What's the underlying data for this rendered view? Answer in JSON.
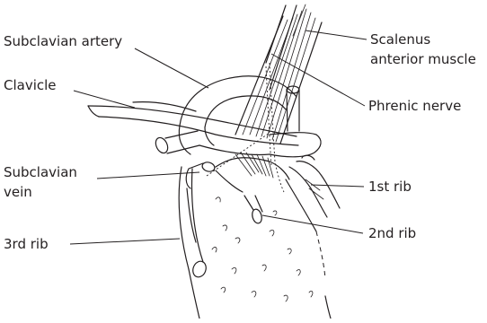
{
  "labels": {
    "subclavian_artery": "Subclavian artery",
    "clavicle": "Clavicle",
    "subclavian_vein_line1": "Subclavian",
    "subclavian_vein_line2": "vein",
    "third_rib": "3rd rib",
    "scalenus_line1": "Scalenus",
    "scalenus_line2": "anterior muscle",
    "phrenic_nerve": "Phrenic nerve",
    "first_rib": "1st rib",
    "second_rib": "2nd rib"
  }
}
